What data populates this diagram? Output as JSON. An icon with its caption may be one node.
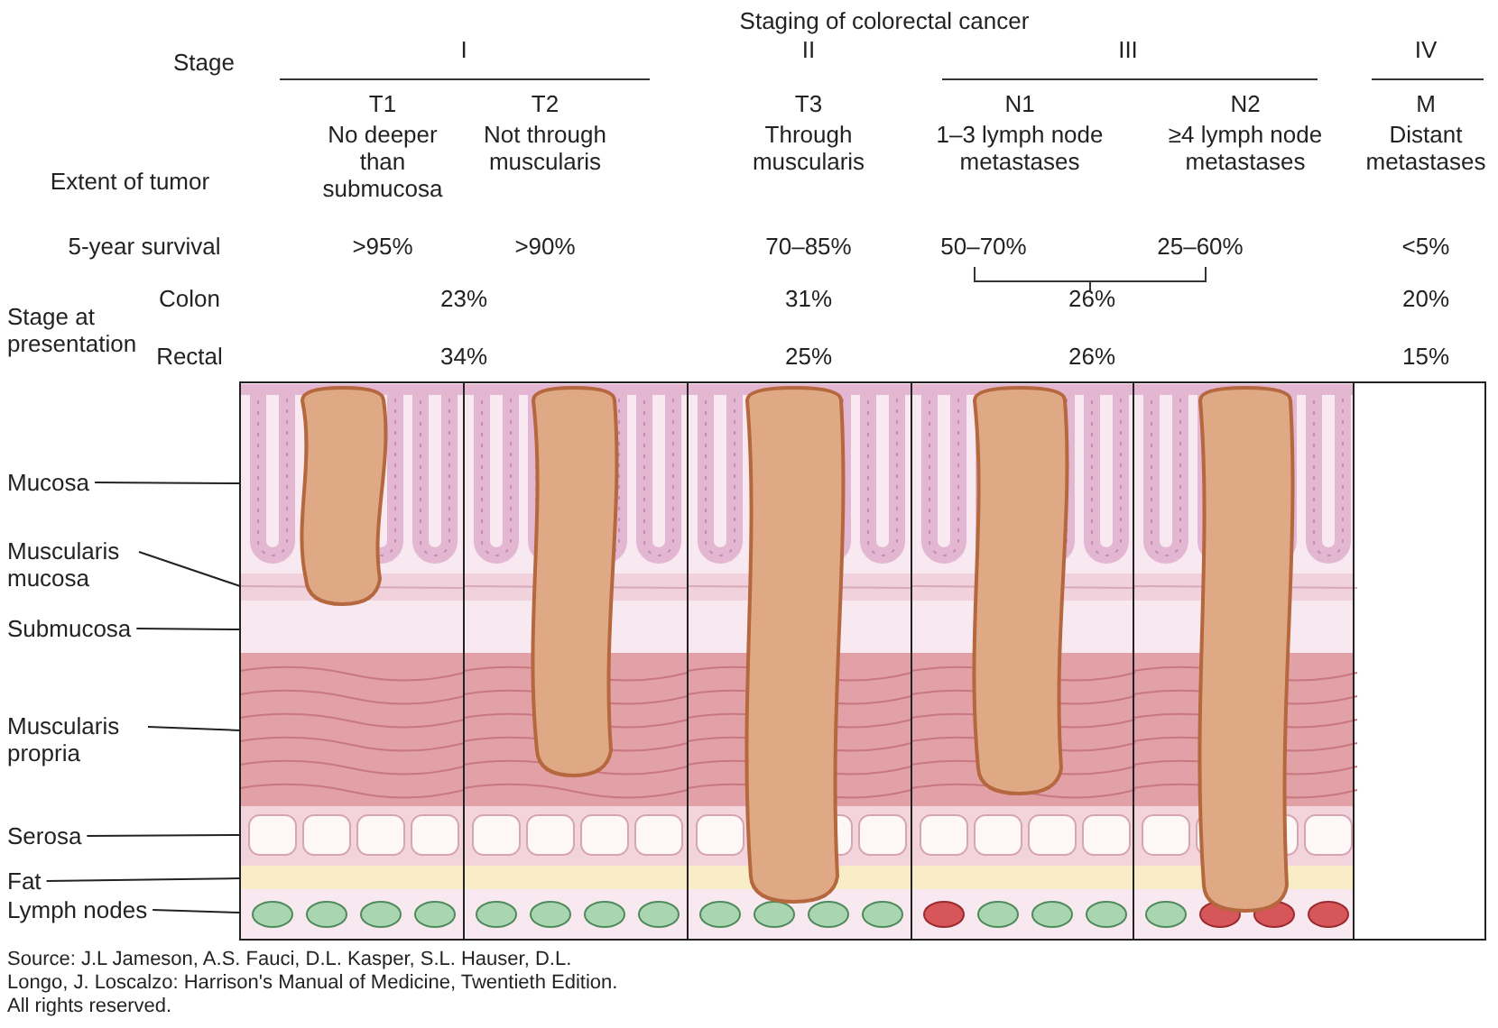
{
  "diagram": {
    "title": "Staging of colorectal cancer",
    "caption": "Source: J.L Jameson, A.S. Fauci, D.L. Kasper, S.L. Hauser, D.L. Longo, J. Loscalzo: Harrison's Manual of Medicine, Twentieth Edition. All rights reserved.",
    "nodes": [
      {
        "text": [
          "Mucosa"
        ]
      },
      {
        "text": [
          "Muscularis mucosa"
        ]
      },
      {
        "text": [
          "Submucosa"
        ]
      },
      {
        "text": [
          "Muscularis propria"
        ]
      },
      {
        "text": [
          "Serosa"
        ]
      },
      {
        "text": [
          "Fat"
        ]
      },
      {
        "text": [
          "Lymph nodes"
        ]
      },
      {
        "text": [],
        "shape": "bar"
      },
      {
        "text": [],
        "shape": "bar"
      },
      {
        "text": [],
        "shape": "bar"
      },
      {
        "text": [],
        "shape": "bar"
      },
      {
        "text": [],
        "shape": "bar"
      },
      {
        "text": [],
        "shape": "bar"
      },
      {
        "text": [],
        "shape": "bar"
      },
      {
        "text": [],
        "shape": "picture"
      },
      {
        "text": [],
        "shape": "picture"
      },
      {
        "text": [],
        "shape": "picture"
      },
      {
        "text": [],
        "shape": "picture"
      },
      {
        "text": [],
        "shape": "picture"
      }
    ],
    "edges": [
      {
        "from": 0,
        "to": 7,
        "arrow": "none"
      },
      {
        "from": 1,
        "to": 8,
        "arrow": "none"
      },
      {
        "from": 2,
        "to": 9,
        "arrow": "none"
      },
      {
        "from": 3,
        "to": 10,
        "arrow": "none"
      },
      {
        "from": 4,
        "to": 11,
        "arrow": "none"
      },
      {
        "from": 5,
        "to": 12,
        "arrow": "none"
      },
      {
        "from": 6,
        "to": 13,
        "arrow": "none"
      }
    ],
    "labels": [
      "Stage",
      "I",
      "II",
      "III",
      "IV",
      "T1",
      "T2",
      "T3",
      "N1",
      "N2",
      "M",
      "Extent of tumor",
      "No deeper than submucosa",
      "Not through muscularis",
      "Through muscularis",
      "1–3 lymph node metastases",
      "≥4 lymph node metastases",
      "Distant metastases",
      "5-year survival",
      ">95%",
      ">90%",
      "70–85%",
      "50–70%",
      "25–60%",
      "<5%",
      "Stage at presentation",
      "Colon",
      "23%",
      "31%",
      "26%",
      "20%",
      "Rectal",
      "34%",
      "25%",
      "26%",
      "15%"
    ]
  }
}
